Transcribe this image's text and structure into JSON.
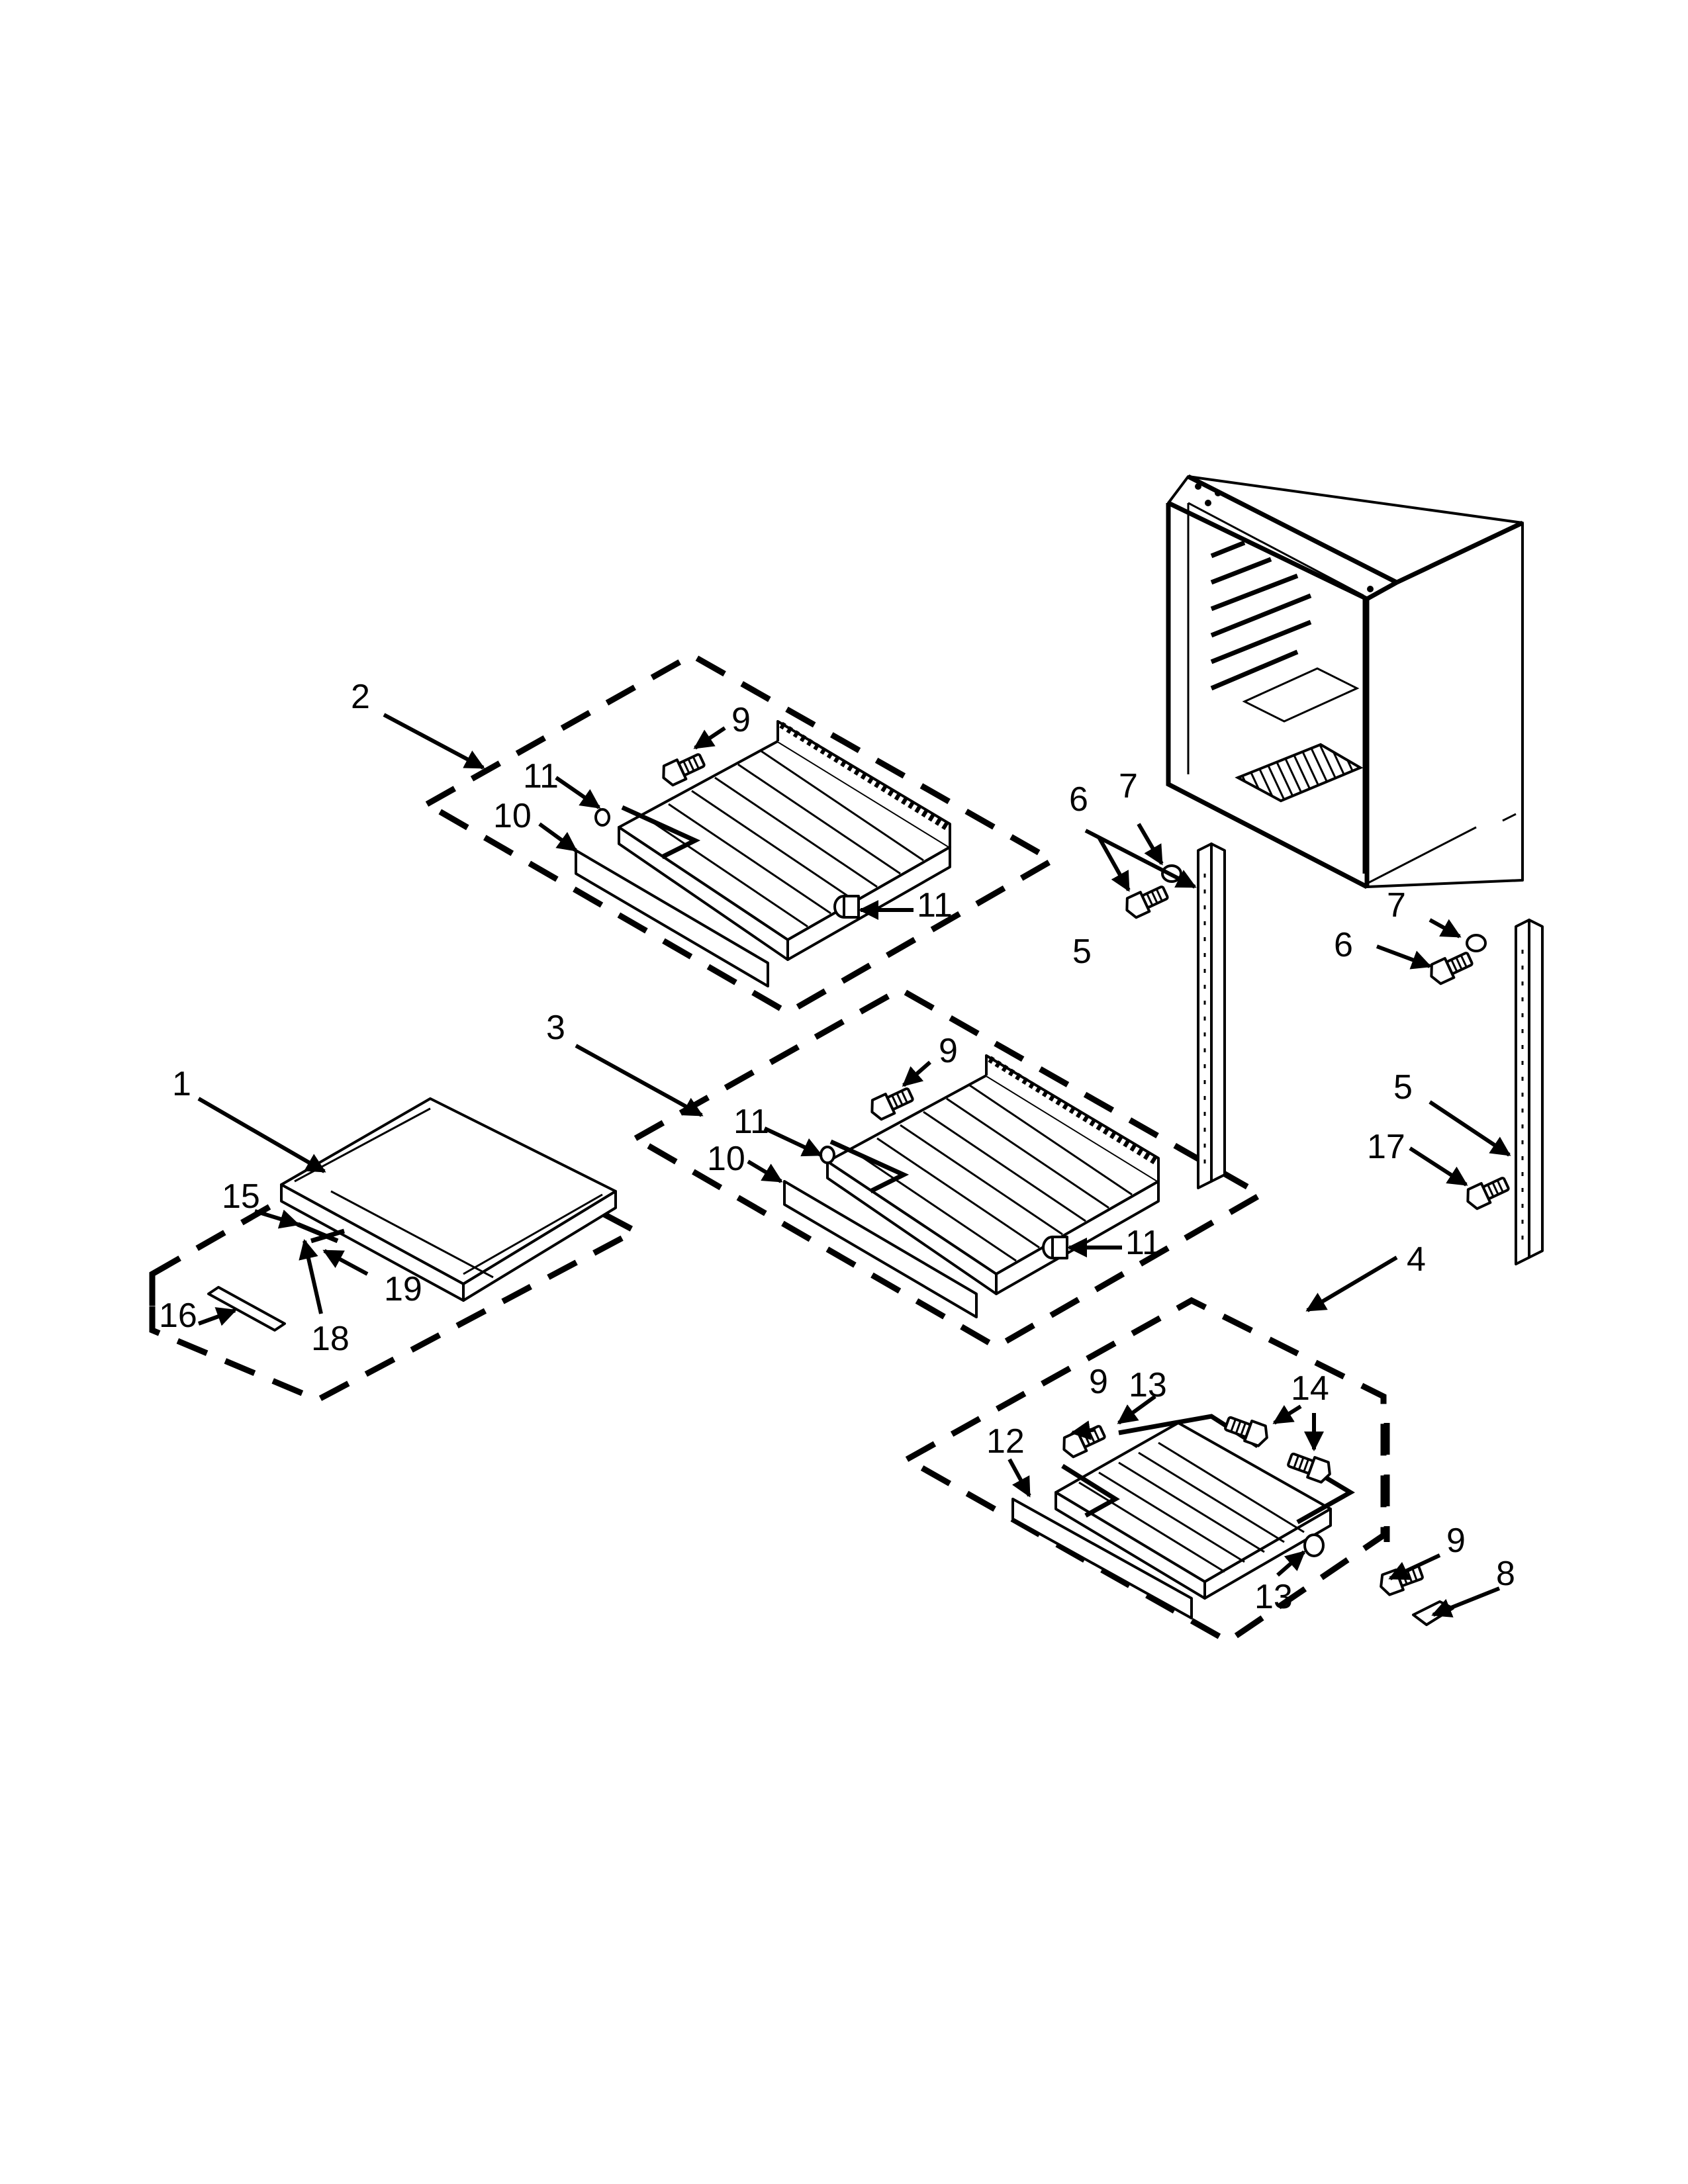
{
  "diagram": {
    "callouts": {
      "c1": "1",
      "c2": "2",
      "c3": "3",
      "c4": "4",
      "c5a": "5",
      "c5b": "5",
      "c6a": "6",
      "c6b": "6",
      "c7a": "7",
      "c7b": "7",
      "c8": "8",
      "c9a": "9",
      "c9b": "9",
      "c9c": "9",
      "c9d": "9",
      "c10a": "10",
      "c10b": "10",
      "c11a": "11",
      "c11b": "11",
      "c11c": "11",
      "c11d": "11",
      "c12": "12",
      "c13a": "13",
      "c13b": "13",
      "c14": "14",
      "c15": "15",
      "c16": "16",
      "c17": "17",
      "c18": "18",
      "c19": "19"
    }
  }
}
